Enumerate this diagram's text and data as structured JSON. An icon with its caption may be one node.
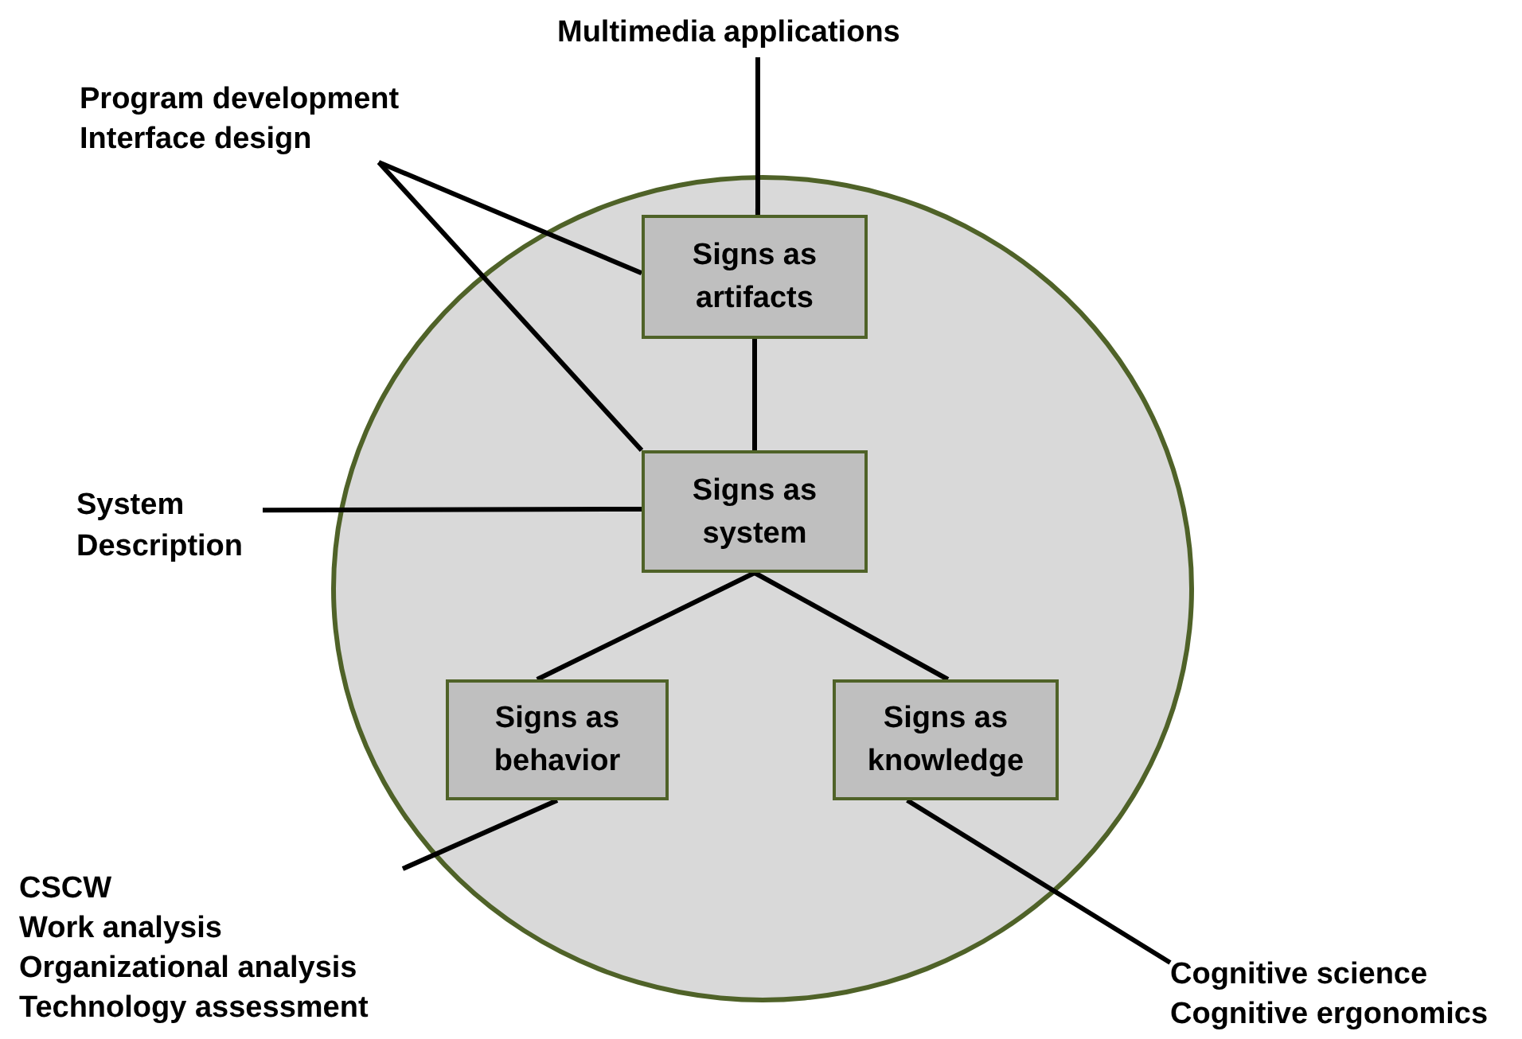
{
  "diagram": {
    "nodes": [
      {
        "text": [
          "Multimedia applications"
        ]
      },
      {
        "text": [
          "Program development",
          "Interface design"
        ]
      },
      {
        "text": [],
        "shape": "circle"
      },
      {
        "text": [
          "Signs as artifacts"
        ],
        "in": 2
      },
      {
        "text": [
          "System Description"
        ]
      },
      {
        "text": [
          "Signs as system"
        ],
        "in": 2
      },
      {
        "text": [
          "Signs as behavior"
        ],
        "in": 2
      },
      {
        "text": [
          "Signs as knowledge"
        ],
        "in": 2
      },
      {
        "text": [
          "CSCW",
          "Work analysis",
          "Organizational analysis",
          "Technology assessment"
        ]
      },
      {
        "text": [
          "Cognitive science",
          "Cognitive ergonomics"
        ]
      }
    ],
    "edges": [
      {
        "from": 0,
        "to": 3,
        "arrow": "none"
      },
      {
        "from": 1,
        "to": 3,
        "arrow": "none"
      },
      {
        "from": 1,
        "to": 5,
        "arrow": "none"
      },
      {
        "from": 3,
        "to": 5,
        "arrow": "none"
      },
      {
        "from": 4,
        "to": 5,
        "arrow": "none"
      },
      {
        "from": 5,
        "to": 6,
        "arrow": "none"
      },
      {
        "from": 5,
        "to": 7,
        "arrow": "none"
      },
      {
        "from": 6,
        "to": 8,
        "arrow": "none"
      },
      {
        "from": 7,
        "to": 9,
        "arrow": "none"
      }
    ]
  }
}
